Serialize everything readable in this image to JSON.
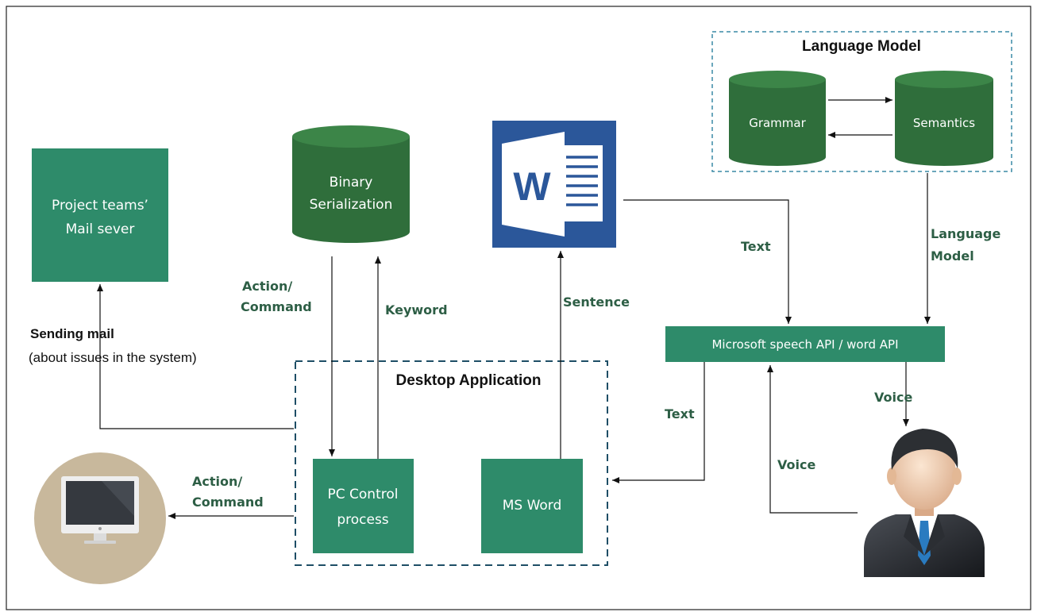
{
  "language_model": {
    "title": "Language Model",
    "grammar": "Grammar",
    "semantics": "Semantics"
  },
  "mail_server": {
    "line1": "Project teams’",
    "line2": "Mail sever"
  },
  "binary_serialization": {
    "line1": "Binary",
    "line2": "Serialization"
  },
  "word_logo": {
    "letter": "W"
  },
  "speech_api": {
    "label": "Microsoft speech API / word API"
  },
  "desktop_app": {
    "title": "Desktop Application",
    "pc_control": {
      "line1": "PC Control",
      "line2": "process"
    },
    "ms_word": "MS Word"
  },
  "sending_mail": {
    "title": "Sending mail",
    "subtitle": "(about issues in the system)"
  },
  "arrow_labels": {
    "action_command_top": {
      "line1": "Action/",
      "line2": "Command"
    },
    "keyword": "Keyword",
    "sentence": "Sentence",
    "text_top": "Text",
    "language_model": {
      "line1": "Language",
      "line2": "Model"
    },
    "text_bottom": "Text",
    "voice_down": "Voice",
    "voice_up": "Voice",
    "action_command_bottom": {
      "line1": "Action/",
      "line2": "Command"
    }
  },
  "icons": [
    "monitor-icon",
    "user-icon",
    "word-logo-icon",
    "database-icon"
  ],
  "colors": {
    "box_green": "#2e8b6a",
    "cylinder_green": "#2f6e3b",
    "label_green": "#2d5e45",
    "word_blue": "#2b579a",
    "dashed_teal": "#1e4e66",
    "monitor_circle": "#c8b89c"
  }
}
